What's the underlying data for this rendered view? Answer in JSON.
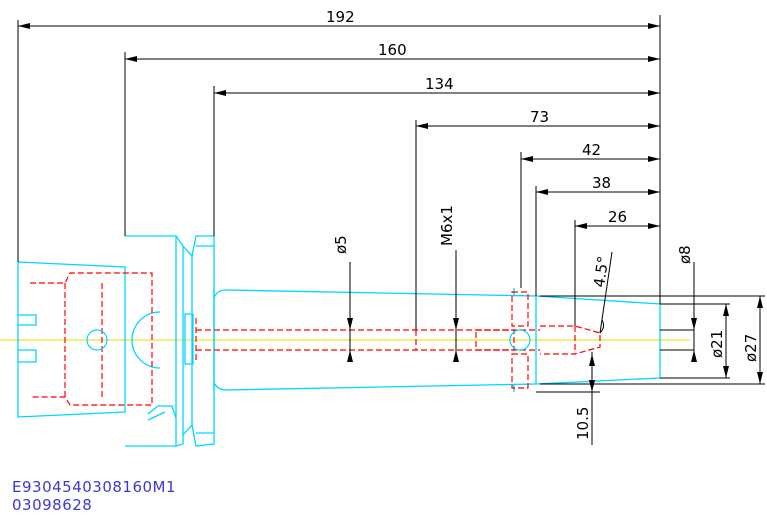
{
  "colors": {
    "outline": "#00d6ff",
    "hidden": "#ff0000",
    "centerline": "#e8e000",
    "dimension": "#000000",
    "part_code": "#3a3ad0"
  },
  "dimensions": {
    "d192": "192",
    "d160": "160",
    "d134": "134",
    "d73": "73",
    "d42": "42",
    "d38": "38",
    "d26": "26",
    "phi5": "ø5",
    "m6x1": "M6x1",
    "phi8": "ø8",
    "angle": "4.5°",
    "phi21": "ø21",
    "phi27": "ø27",
    "d10_5": "10.5"
  },
  "part_code": {
    "line1": "E9304540308160M1",
    "line2": "03098628"
  }
}
